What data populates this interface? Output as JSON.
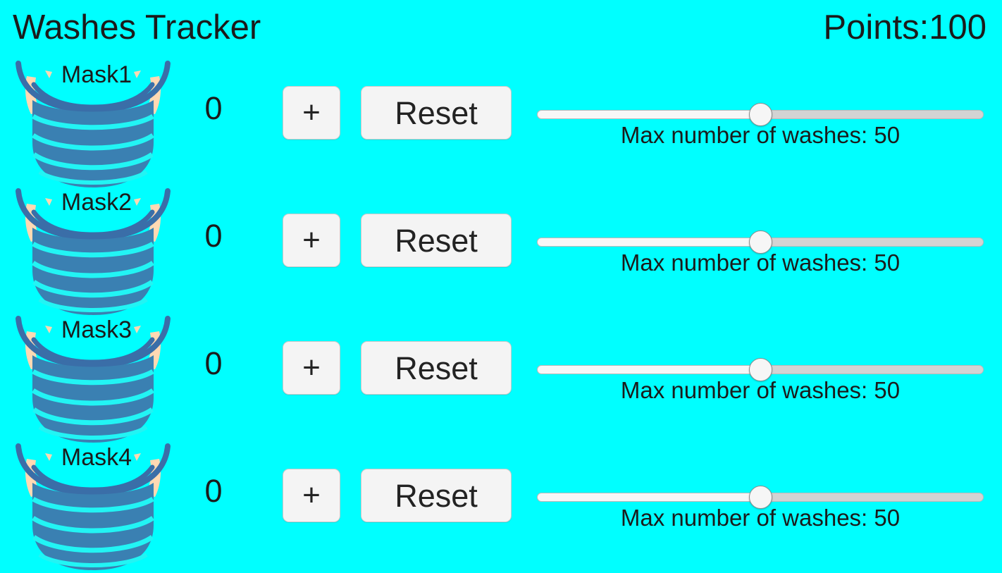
{
  "header": {
    "title": "Washes Tracker",
    "points_label": "Points:",
    "points_value": "100"
  },
  "colors": {
    "background": "#00ffff",
    "mask_body": "#3a80b2",
    "mask_outline": "#3a6ea8",
    "mask_pleat_line": "#22f4f4",
    "ear_skin": "#ffd9b3",
    "button_face": "#f4f4f4",
    "button_border": "#c9c9c9",
    "text": "#1b1b1b",
    "slider_track": "#d3d3d3",
    "slider_fill": "#f7f7f7",
    "slider_thumb": "#f6f6f6"
  },
  "rows": [
    {
      "mask_label": "Mask1",
      "mask_icon": "face-mask-icon",
      "count": "0",
      "increment_label": "+",
      "reset_label": "Reset",
      "slider": {
        "caption": "Max number of washes: 50",
        "value": 50,
        "min": 0,
        "max": 100,
        "percent": 50
      }
    },
    {
      "mask_label": "Mask2",
      "mask_icon": "face-mask-icon",
      "count": "0",
      "increment_label": "+",
      "reset_label": "Reset",
      "slider": {
        "caption": "Max number of washes: 50",
        "value": 50,
        "min": 0,
        "max": 100,
        "percent": 50
      }
    },
    {
      "mask_label": "Mask3",
      "mask_icon": "face-mask-icon",
      "count": "0",
      "increment_label": "+",
      "reset_label": "Reset",
      "slider": {
        "caption": "Max number of washes: 50",
        "value": 50,
        "min": 0,
        "max": 100,
        "percent": 50
      }
    },
    {
      "mask_label": "Mask4",
      "mask_icon": "face-mask-icon",
      "count": "0",
      "increment_label": "+",
      "reset_label": "Reset",
      "slider": {
        "caption": "Max number of washes: 50",
        "value": 50,
        "min": 0,
        "max": 100,
        "percent": 50
      }
    }
  ]
}
